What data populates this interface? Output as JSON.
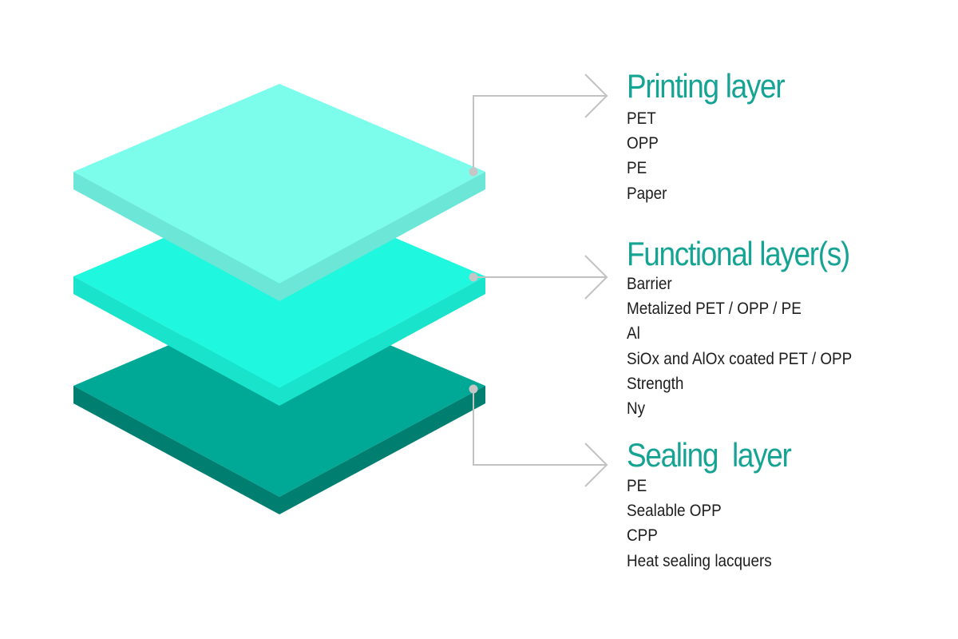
{
  "colors": {
    "heading": "#15a493",
    "connector": "#c2c2c2",
    "dot": "#c6c6c6",
    "printing_top": "#7cfdec",
    "printing_edge": "#6ce6d6",
    "functional_top": "#1ff8de",
    "functional_edge": "#1ae3cc",
    "sealing_top": "#00a896",
    "sealing_edge": "#007f71"
  },
  "layers": [
    {
      "id": "printing",
      "title": "Printing layer",
      "items": [
        "PET",
        "OPP",
        "PE",
        "Paper"
      ]
    },
    {
      "id": "functional",
      "title": "Functional layer(s)",
      "items": [
        "Barrier",
        "Metalized PET / OPP / PE",
        "Al",
        "SiOx and AlOx coated PET / OPP",
        "Strength",
        "Ny"
      ]
    },
    {
      "id": "sealing",
      "title": "Sealing  layer",
      "items": [
        "PE",
        "Sealable OPP",
        "CPP",
        "Heat sealing lacquers"
      ]
    }
  ]
}
